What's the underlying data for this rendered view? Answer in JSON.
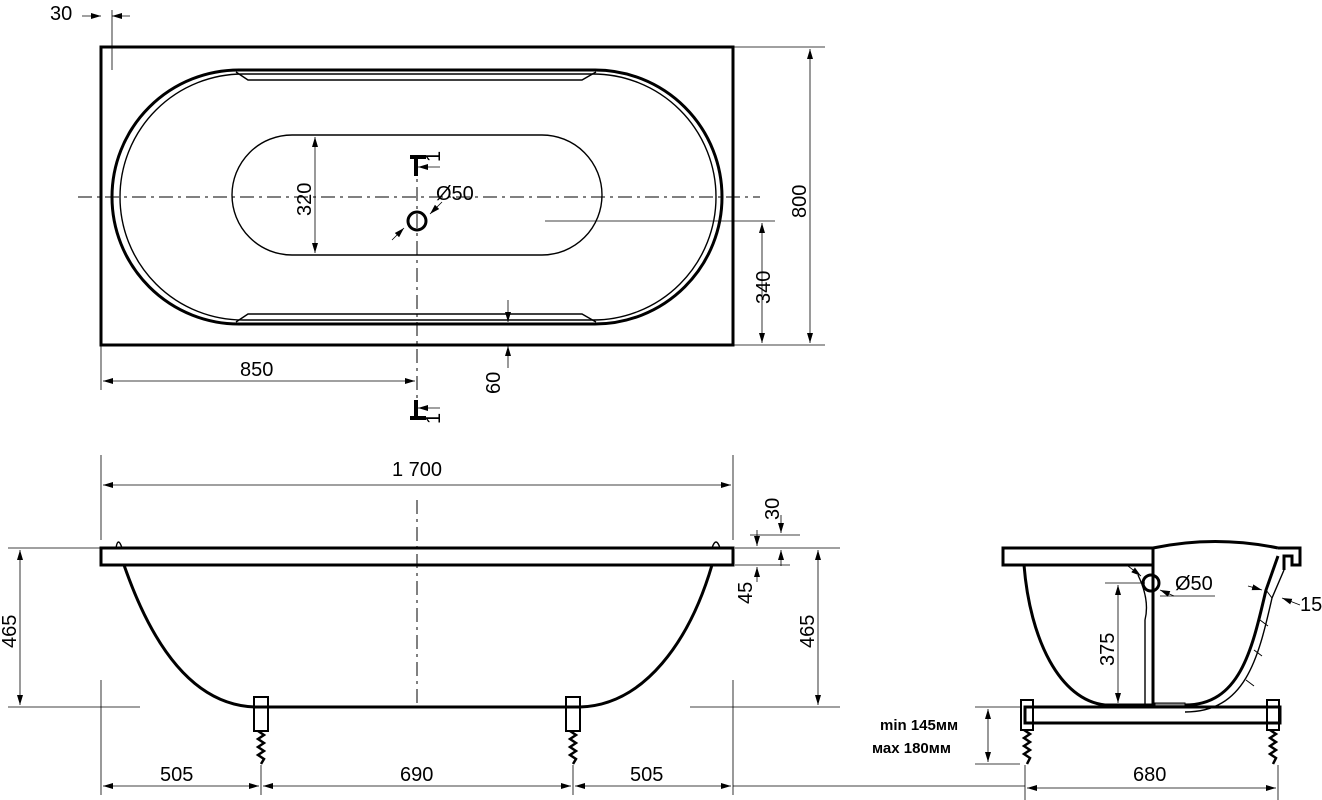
{
  "dims": {
    "rim_offset": "30",
    "total_width_top": "800",
    "inner_bottom_width": "320",
    "drain_diameter_top": "Ø50",
    "drain_offset_edge": "340",
    "drain_offset_length": "850",
    "bottom_offset": "60",
    "section_marker_top": "1",
    "section_marker_bottom": "1",
    "total_length": "1 700",
    "rim_height_side": "30",
    "rim_thickness_side": "45",
    "height_left": "465",
    "height_right": "465",
    "leg_left_offset": "505",
    "leg_spacing": "690",
    "leg_right_offset": "505",
    "drain_diameter_section": "Ø50",
    "drain_height": "375",
    "wall_thickness": "15",
    "frame_width": "680",
    "leg_min": "min 145мм",
    "leg_max": "мах 180мм"
  }
}
